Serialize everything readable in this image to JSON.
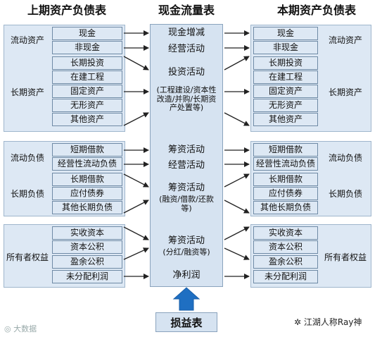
{
  "titles": {
    "left": "上期资产负债表",
    "middle": "现金流量表",
    "right": "本期资产负债表"
  },
  "groups": {
    "current_assets": "流动资产",
    "long_term_assets": "长期资产",
    "current_liabilities": "流动负债",
    "long_term_liabilities": "长期负债",
    "equity": "所有者权益"
  },
  "items": {
    "cash": "现金",
    "non_cash": "非现金",
    "lt_investment": "长期投资",
    "construction": "在建工程",
    "fixed_assets": "固定资产",
    "intangible": "无形资产",
    "other_assets": "其他资产",
    "st_borrowing": "短期借款",
    "operating_liab": "经营性流动负债",
    "lt_borrowing": "长期借款",
    "bonds_payable": "应付债券",
    "other_lt_liab": "其他长期负债",
    "paid_in_capital": "实收资本",
    "capital_reserve": "资本公积",
    "surplus_reserve": "盈余公积",
    "retained_earnings": "未分配利润"
  },
  "cashflow": {
    "cash_change": "现金增减",
    "operating_1": "经营活动",
    "investing": "投资活动",
    "investing_detail": "(工程建设/资本性改造/并购/长期资产处置等)",
    "financing_1": "筹资活动",
    "operating_2": "经营活动",
    "financing_2": "筹资活动",
    "financing_2_detail": "(融资/借款/还款等)",
    "financing_3": "筹资活动",
    "financing_3_detail": "(分红/融资等)",
    "net_profit": "净利润"
  },
  "footer": {
    "income_statement": "损益表"
  },
  "watermarks": {
    "left": "大数据",
    "right": "江湖人称Ray神"
  },
  "colors": {
    "cell_fill": "#dde8f4",
    "arrow": "#222222",
    "up_arrow": "#1f6fc2"
  }
}
